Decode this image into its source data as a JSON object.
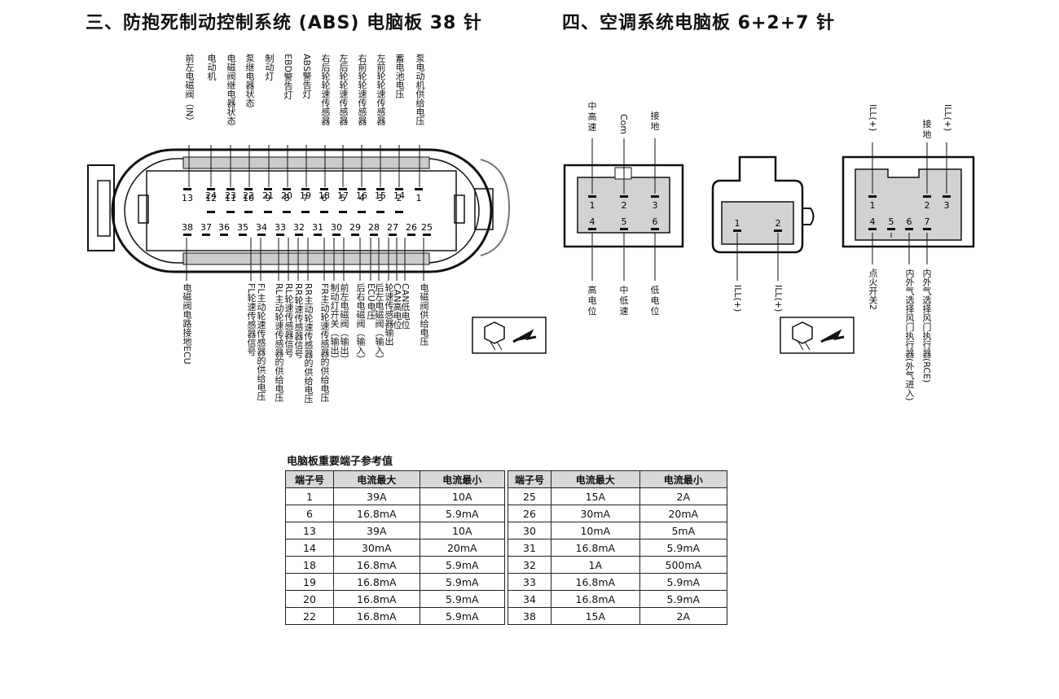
{
  "abs": {
    "title": "三、防抱死制动控制系统 (ABS) 电脑板 38 针",
    "top_labels": [
      "前左电磁阀（IN）",
      "电动机",
      "电磁阀继电器状态",
      "泵继电器状态",
      "制动灯",
      "EBD警告灯",
      "ABS警告灯",
      "右后轮轮速传感器",
      "左后轮轮速传感器",
      "右前轮轮速传感器",
      "左前轮轮速传感器",
      "蓄电池电压",
      "泵电动机供给电压"
    ],
    "bottom_labels": [
      "电磁阀电路接地ECU",
      "FL轮速传感器信号",
      "FL主动轮速传感器的供给电压",
      "RL主动轮速传感器的供给电压",
      "RL轮速传感器信号",
      "RR轮速传感器信号",
      "RR主动轮速传感器的供给电压",
      "FR主动轮速传感器的供给电压",
      "制动灯开关（输出）",
      "前左电磁阀（输出）",
      "后右电磁阀（输入）",
      "ECU电压",
      "后左电磁阀（输入）",
      "轮速传感器输出",
      "CAN高电位",
      "CAN低电位",
      "电磁阀供给电压"
    ],
    "pins_row1": [
      "13",
      "12",
      "11",
      "10",
      "9",
      "8",
      "7",
      "6",
      "5",
      "4",
      "3",
      "2",
      "1"
    ],
    "pins_row2": [
      "24",
      "23",
      "22",
      "21",
      "20",
      "19",
      "18",
      "17",
      "16",
      "15",
      "14"
    ],
    "pins_row3": [
      "38",
      "37",
      "36",
      "35",
      "34",
      "33",
      "32",
      "31",
      "30",
      "29",
      "28",
      "27",
      "26",
      "25"
    ]
  },
  "ac": {
    "title": "四、空调系统电脑板 6+2+7 针",
    "c6": {
      "top_labels": [
        "中高速",
        "Com",
        "接地"
      ],
      "pins": [
        "1",
        "2",
        "3",
        "4",
        "5",
        "6"
      ],
      "bottom_labels": [
        "高电位",
        "中低速",
        "低电位"
      ]
    },
    "c2": {
      "pins": [
        "1",
        "2"
      ],
      "bottom_labels": [
        "ILL(+)",
        "ILL(+)"
      ]
    },
    "c7": {
      "top_labels": [
        "ILL(+)",
        "接地",
        "ILL(+)"
      ],
      "pins": [
        "1",
        "2",
        "3",
        "4",
        "5",
        "6",
        "7"
      ],
      "bottom_labels": [
        "点火开关2",
        "内外气选择风门执行器(外气进入)",
        "内外气选择风门执行器(RCE)"
      ]
    }
  },
  "table": {
    "title": "电脑板重要端子参考值",
    "headers": [
      "端子号",
      "电流最大",
      "电流最小"
    ],
    "left_rows": [
      [
        "1",
        "39A",
        "10A"
      ],
      [
        "6",
        "16.8mA",
        "5.9mA"
      ],
      [
        "13",
        "39A",
        "10A"
      ],
      [
        "14",
        "30mA",
        "20mA"
      ],
      [
        "18",
        "16.8mA",
        "5.9mA"
      ],
      [
        "19",
        "16.8mA",
        "5.9mA"
      ],
      [
        "20",
        "16.8mA",
        "5.9mA"
      ],
      [
        "22",
        "16.8mA",
        "5.9mA"
      ]
    ],
    "right_rows": [
      [
        "25",
        "15A",
        "2A"
      ],
      [
        "26",
        "30mA",
        "20mA"
      ],
      [
        "30",
        "10mA",
        "5mA"
      ],
      [
        "31",
        "16.8mA",
        "5.9mA"
      ],
      [
        "32",
        "1A",
        "500mA"
      ],
      [
        "33",
        "16.8mA",
        "5.9mA"
      ],
      [
        "34",
        "16.8mA",
        "5.9mA"
      ],
      [
        "38",
        "15A",
        "2A"
      ]
    ]
  }
}
